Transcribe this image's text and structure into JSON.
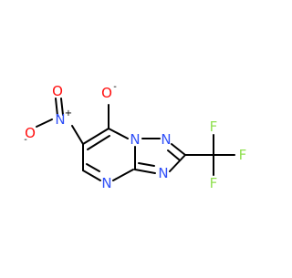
{
  "molecule": {
    "atoms": {
      "o_alkoxide": "O",
      "o_alkoxide_charge": "-",
      "n_nitro": "N",
      "n_nitro_charge": "+",
      "o_nitro_top": "O",
      "o_nitro_left": "O",
      "o_nitro_left_charge": "-",
      "n1": "N",
      "n2": "N",
      "n3": "N",
      "n4": "N",
      "f1": "F",
      "f2": "F",
      "f3": "F"
    }
  },
  "colors": {
    "oxygen": "#ff0d0d",
    "nitrogen": "#3050f8",
    "fluorine": "#90e050",
    "carbon_bond": "#000000"
  }
}
